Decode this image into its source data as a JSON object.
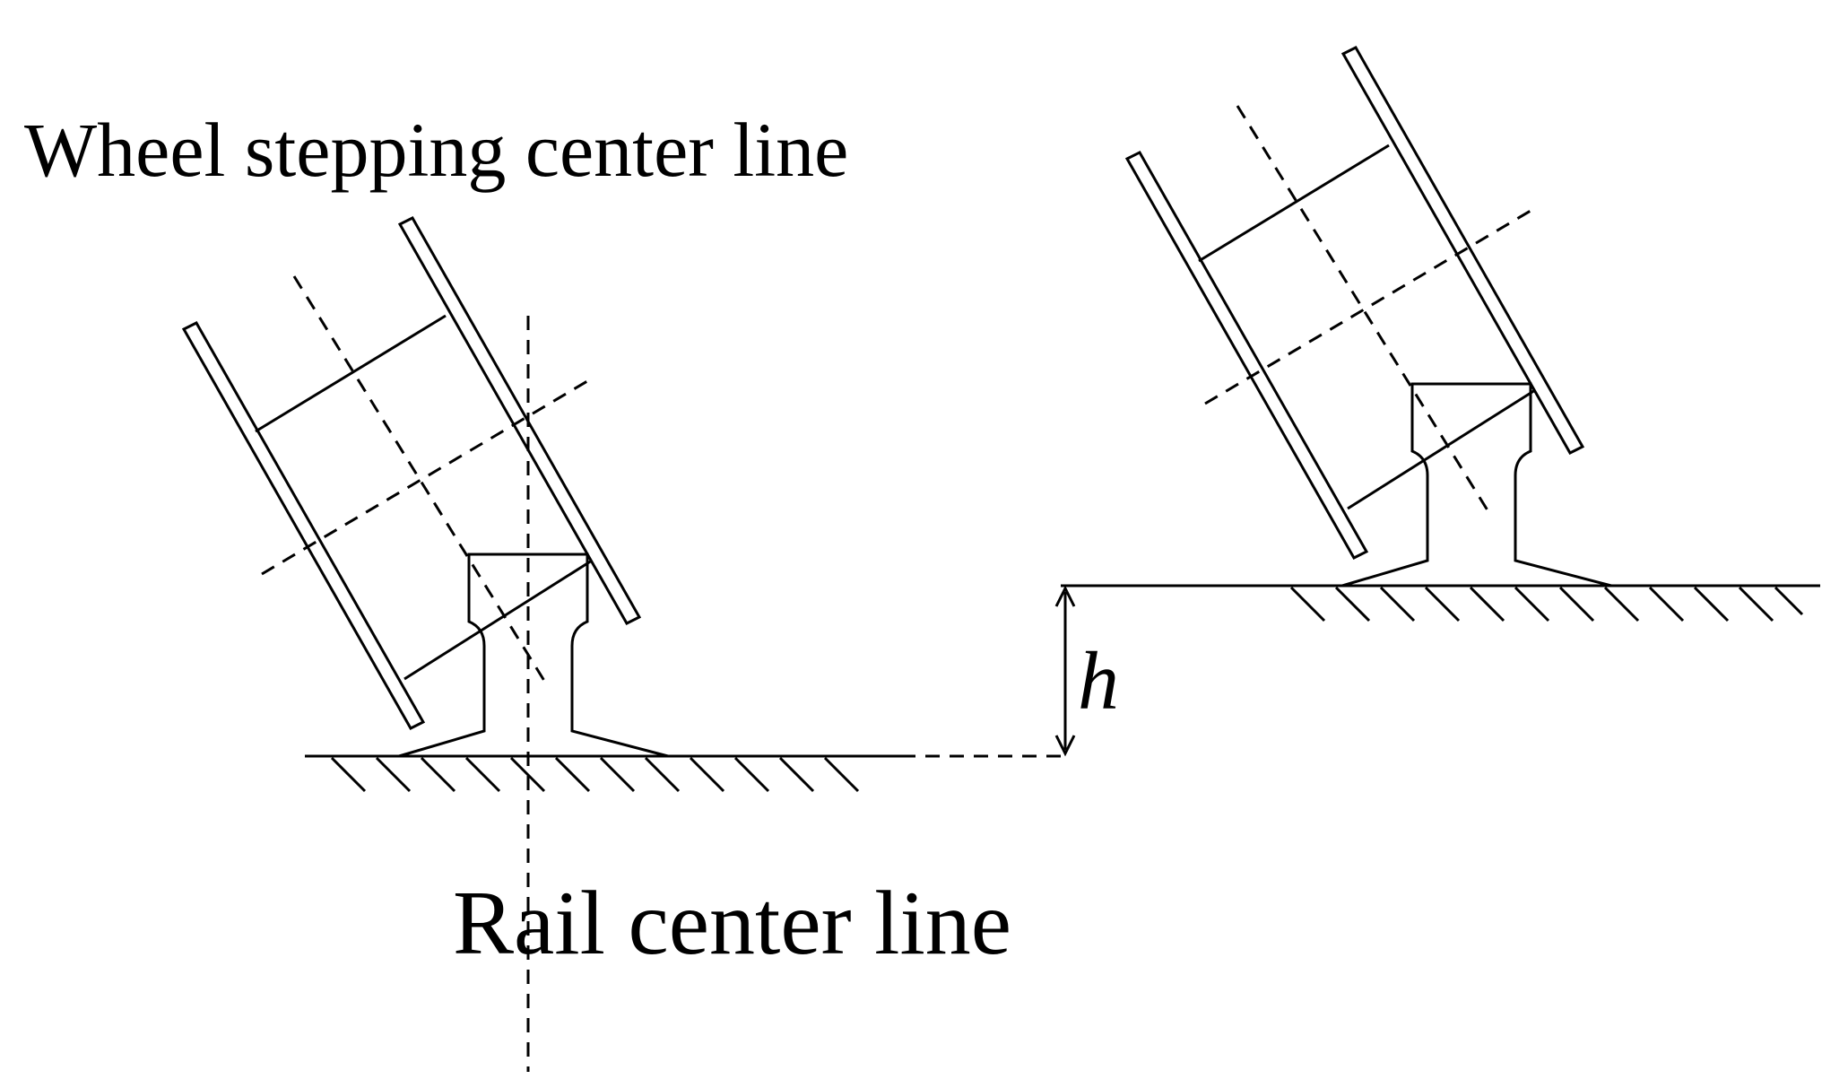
{
  "labels": {
    "wheel_center_line": "Wheel stepping center line",
    "rail_center_line": "Rail center line",
    "height_symbol": "h"
  },
  "colors": {
    "line": "#000000",
    "background": "#ffffff"
  }
}
